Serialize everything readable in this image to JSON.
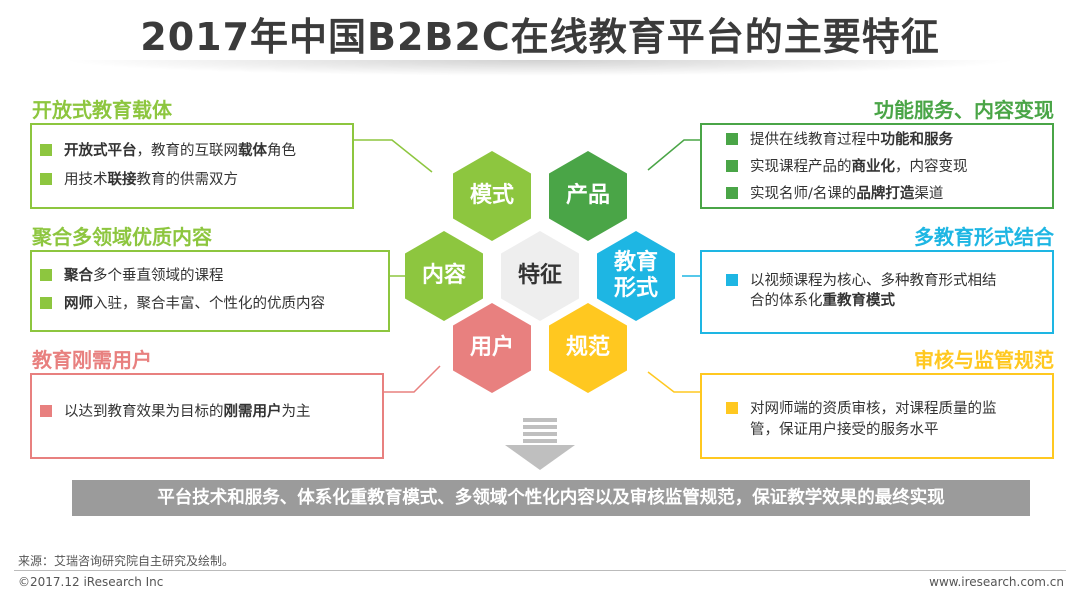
{
  "title": "2017年中国B2B2C在线教育平台的主要特征",
  "colors": {
    "light_green": "#8dc63f",
    "green": "#4aa547",
    "pink": "#e8807f",
    "cyan": "#1eb6e3",
    "yellow": "#ffc820",
    "light_gray": "#eeeeee",
    "gray_bar": "#9b9b9b"
  },
  "sections": {
    "left1": {
      "title": "开放式教育载体",
      "items": [
        {
          "pre": "",
          "b1": "开放式平台",
          "mid": "，教育的互联网",
          "b2": "载体",
          "post": "角色"
        },
        {
          "pre": "用技术",
          "b1": "联接",
          "mid": "教育的供需双方",
          "b2": "",
          "post": ""
        }
      ]
    },
    "left2": {
      "title": "聚合多领域优质内容",
      "items": [
        {
          "pre": "",
          "b1": "聚合",
          "mid": "多个垂直领域的课程",
          "b2": "",
          "post": ""
        },
        {
          "pre": "",
          "b1": "网师",
          "mid": "入驻，聚合丰富、个性化的优质内容",
          "b2": "",
          "post": ""
        }
      ]
    },
    "left3": {
      "title": "教育刚需用户",
      "items": [
        {
          "pre": "以达到教育效果为目标的",
          "b1": "刚需用户",
          "mid": "为主",
          "b2": "",
          "post": ""
        }
      ]
    },
    "right1": {
      "title": "功能服务、内容变现",
      "items": [
        {
          "pre": "提供在线教育过程中",
          "b1": "功能和服务",
          "mid": "",
          "b2": "",
          "post": ""
        },
        {
          "pre": "实现课程产品的",
          "b1": "商业化",
          "mid": "，内容变现",
          "b2": "",
          "post": ""
        },
        {
          "pre": "实现名师/名课的",
          "b1": "品牌打造",
          "mid": "渠道",
          "b2": "",
          "post": ""
        }
      ]
    },
    "right2": {
      "title": "多教育形式结合",
      "line1": "以视频课程为核心、多种教育形式相结",
      "line2_pre": "合的体系化",
      "line2_b": "重教育模式"
    },
    "right3": {
      "title": "审核与监管规范",
      "line1": "对网师端的资质审核，对课程质量的监",
      "line2": "管，保证用户接受的服务水平"
    }
  },
  "hexagons": {
    "center": "特征",
    "mode": "模式",
    "product": "产品",
    "content": "内容",
    "form_line1": "教育",
    "form_line2": "形式",
    "user": "用户",
    "norm": "规范"
  },
  "conclusion": "平台技术和服务、体系化重教育模式、多领域个性化内容以及审核监管规范，保证教学效果的最终实现",
  "source": "来源：艾瑞咨询研究院自主研究及绘制。",
  "copyright": "©2017.12 iResearch Inc",
  "website": "www.iresearch.com.cn"
}
